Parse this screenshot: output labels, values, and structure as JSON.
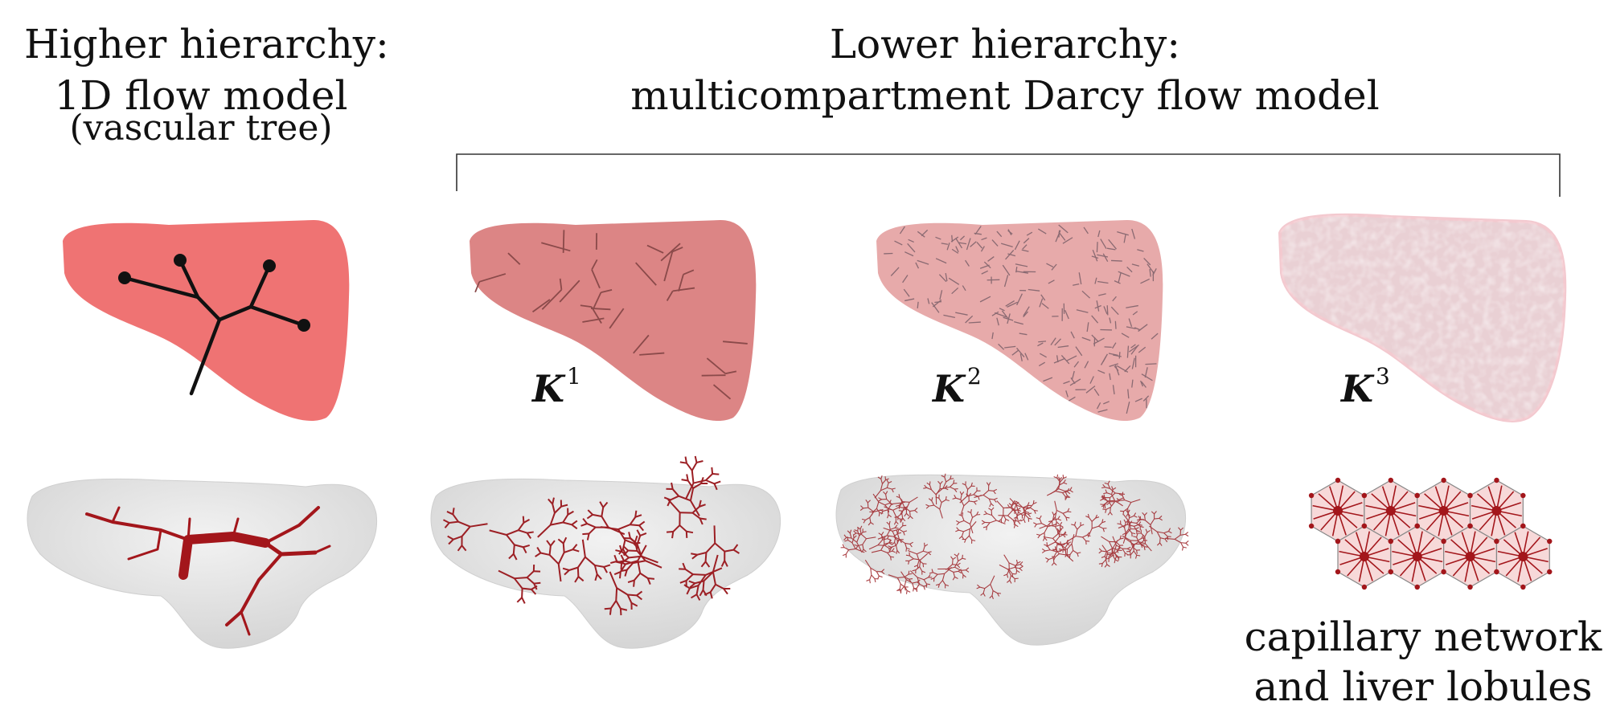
{
  "left_heading": {
    "line1": "Higher hierarchy:",
    "line2": "1D flow model",
    "line3": "(vascular tree)"
  },
  "right_heading": {
    "line1": "Lower hierarchy:",
    "line2": "multicompartment Darcy flow model"
  },
  "compartments": [
    {
      "symbol": "K",
      "index": "1",
      "color": "#dc8585"
    },
    {
      "symbol": "K",
      "index": "2",
      "color": "#e7aaaa"
    },
    {
      "symbol": "K",
      "index": "3",
      "color": "#efdadd"
    }
  ],
  "colors": {
    "liver_red": "#ef7373",
    "vessel": "#a3161b",
    "tree": "#111111",
    "mesh": "#e6e6e6",
    "lobule_fill": "#f7d9d9"
  },
  "caption": {
    "line1": "capillary network",
    "line2": "and liver lobules"
  }
}
